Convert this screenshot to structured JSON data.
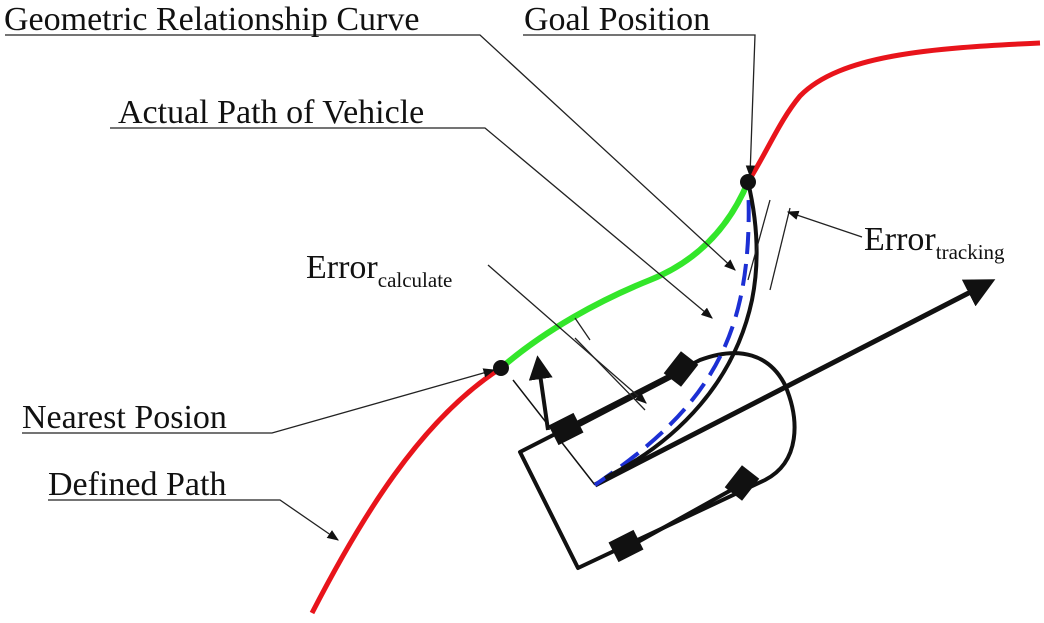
{
  "labels": {
    "geometric_curve": "Geometric Relationship Curve",
    "goal_position": "Goal Position",
    "actual_path": "Actual Path of Vehicle",
    "error_calculate_base": "Error",
    "error_calculate_sub": "calculate",
    "error_tracking_base": "Error",
    "error_tracking_sub": "tracking",
    "nearest_position": "Nearest Posion",
    "defined_path": "Defined Path"
  },
  "colors": {
    "defined_path": "#e8141b",
    "lookahead_segment": "#33e62a",
    "geometric_curve": "#1c2fd4",
    "actual_path": "#111111",
    "vehicle_outline": "#111111",
    "leader_line": "#222222"
  }
}
